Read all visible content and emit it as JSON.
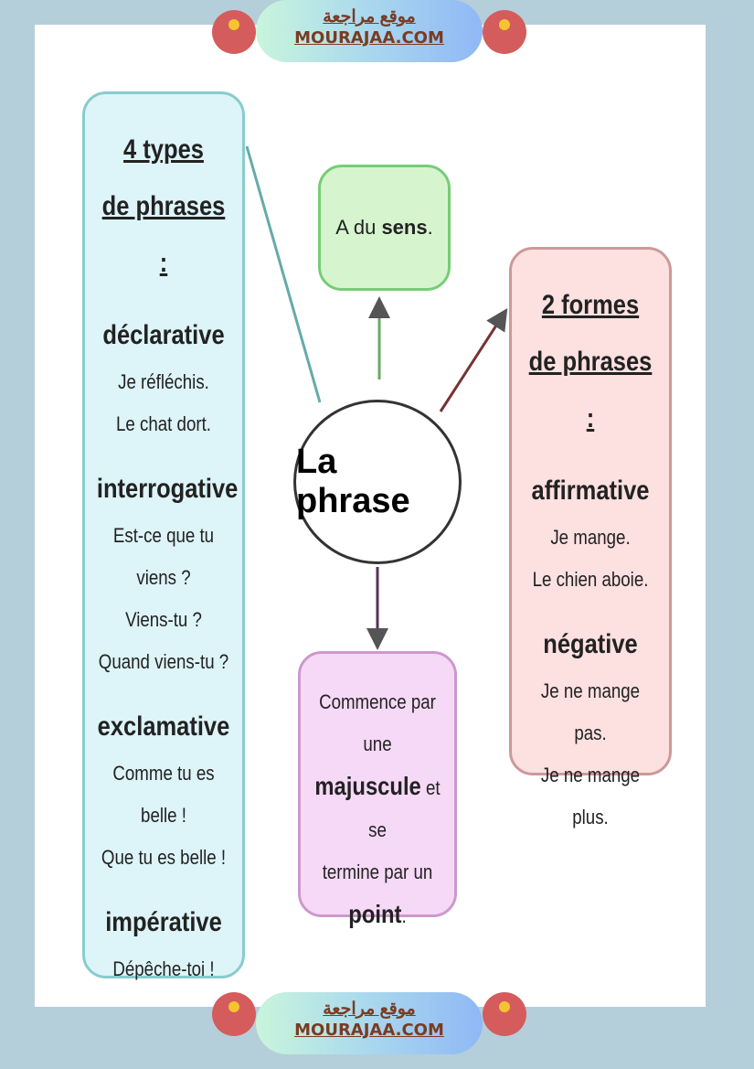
{
  "banner": {
    "arabic": "موقع مراجعة",
    "site": "MOURAJAA.COM",
    "badge_text": "موقع مراجعة mourajaa.com"
  },
  "center": "La phrase",
  "sens": {
    "pre": "A du ",
    "bold": "sens",
    "post": "."
  },
  "left": {
    "title1": "4 types",
    "title2": "de phrases :",
    "types": [
      {
        "name": "déclarative",
        "examples": [
          "Je réfléchis.",
          "Le chat dort."
        ]
      },
      {
        "name": "interrogative",
        "examples": [
          "Est-ce que tu viens ?",
          "Viens-tu ?",
          "Quand viens-tu ?"
        ]
      },
      {
        "name": "exclamative",
        "examples": [
          "Comme tu es belle !",
          "Que tu es belle !"
        ]
      },
      {
        "name": "impérative",
        "examples": [
          "Dépêche-toi !"
        ]
      }
    ]
  },
  "right": {
    "title1": "2 formes",
    "title2": "de phrases :",
    "forms": [
      {
        "name": "affirmative",
        "examples": [
          "Je mange.",
          "Le chien aboie."
        ]
      },
      {
        "name": "négative",
        "examples": [
          "Je ne mange pas.",
          "Je ne mange plus."
        ]
      }
    ]
  },
  "bottom": {
    "l1": "Commence par une",
    "l2b": "majuscule",
    "l2": " et se",
    "l3": "termine par un",
    "l4b": "point",
    "l4": "."
  },
  "colors": {
    "left_bg": "#ddf4f8",
    "green_bg": "#d6f5cf",
    "pink_bg": "#fde0e0",
    "purple_bg": "#f6d9f6"
  }
}
